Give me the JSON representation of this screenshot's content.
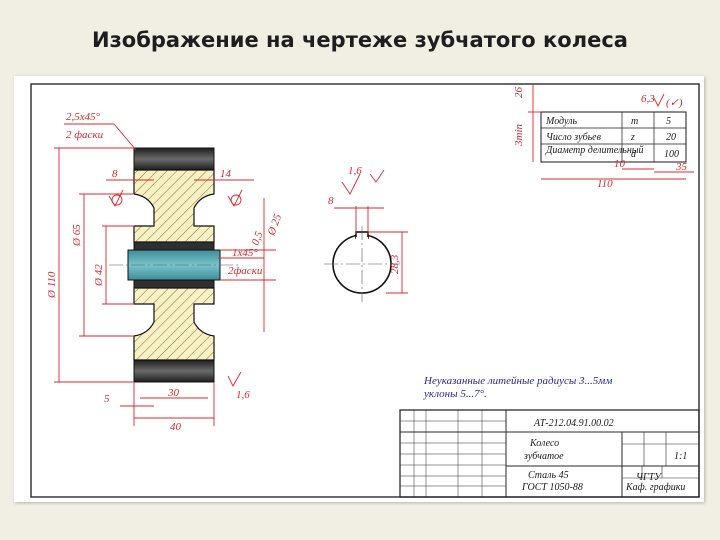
{
  "slide": {
    "title": "Изображение на чертеже зубчатого колеса"
  },
  "param_table": {
    "dim_left": "3min",
    "dim_top": "26",
    "rows": [
      {
        "name": "Модуль",
        "symbol": "m",
        "value": "5"
      },
      {
        "name": "Число зубьев",
        "symbol": "z",
        "value": "20"
      },
      {
        "name": "Диаметр делительный",
        "symbol": "d",
        "value": "100"
      }
    ],
    "dim_110": "110",
    "dim_10": "10",
    "dim_35": "35"
  },
  "roughness_general": "6,3",
  "front_view": {
    "chamfer_top": "2,5х45°",
    "chamfer_top_note": "2 фаски",
    "chamfer_hub": "1х45°",
    "chamfer_hub_note": "2фаски",
    "dim_8": "8",
    "dim_14": "14",
    "dim_d65": "Ø 65",
    "dim_d42": "Ø 42",
    "dim_d110": "Ø 110",
    "dim_d25": "Ø 25",
    "dim_05": "0,5",
    "dim_5": "5",
    "dim_30": "30",
    "dim_40": "40",
    "roughness_face": "1,6"
  },
  "side_view": {
    "roughness": "1,6",
    "dim_8": "8",
    "dim_283": "28,3"
  },
  "notes": {
    "line1": "Неуказанные литейные радиусы 3...5мм",
    "line2": "уклоны 5...7°."
  },
  "title_block": {
    "doc_code": "АТ-212.04.91.00.02",
    "name_line1": "Колесо",
    "name_line2": "зубчатое",
    "scale": "1:1",
    "material_line1": "Сталь 45",
    "material_line2": "ГОСТ 1050-88",
    "org_line1": "ЧГТУ",
    "org_line2": "Каф. графики"
  },
  "colors": {
    "dimension": "#d8282e",
    "hatch_fill": "#f7f1c6",
    "gear_dark": "#2f2f2f",
    "bore": "#4e9faa",
    "notes": "#26299b"
  }
}
